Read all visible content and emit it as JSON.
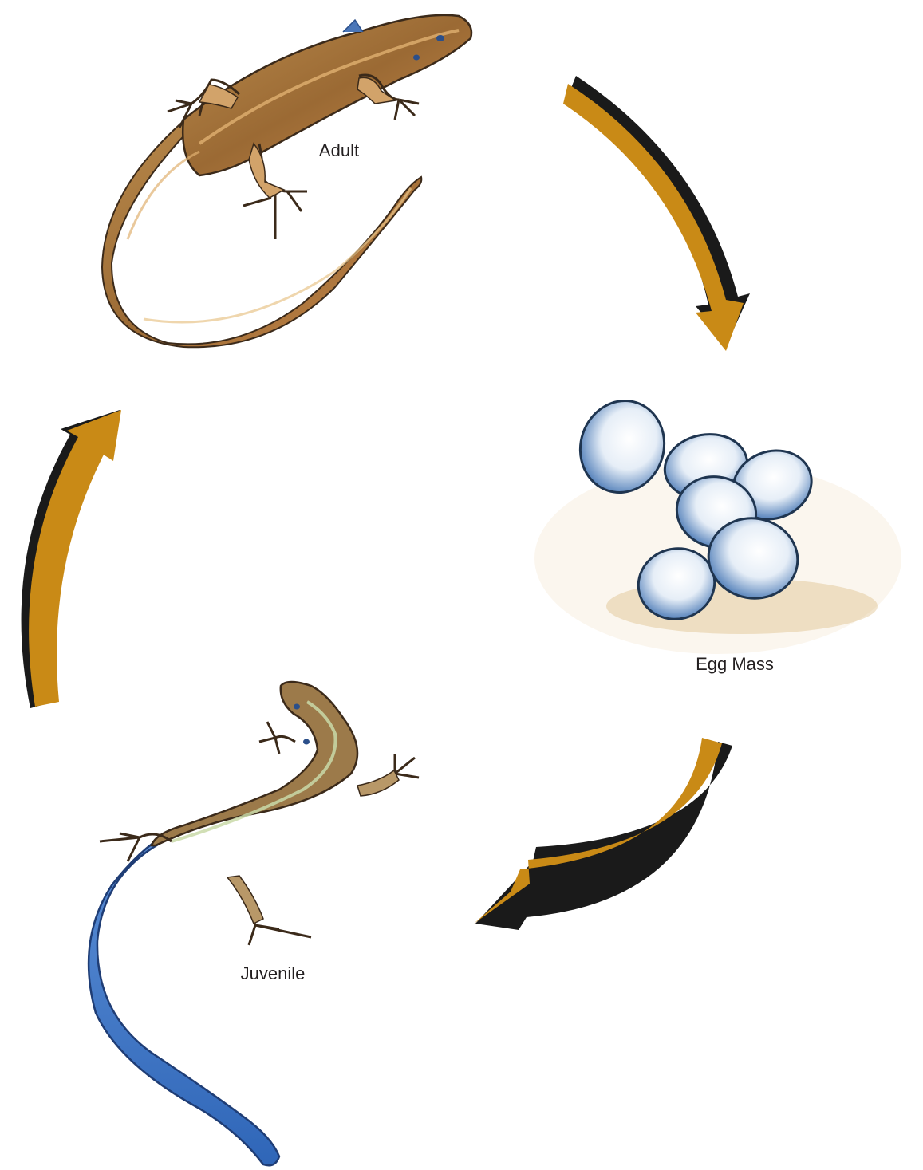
{
  "diagram": {
    "stages": [
      {
        "label": "Adult"
      },
      {
        "label": "Egg Mass"
      },
      {
        "label": "Juvenile"
      }
    ]
  },
  "colors": {
    "arrow": "#c98a16",
    "arrow_shadow": "#1a1a1a",
    "adult_body": "#a8753a",
    "adult_stripe": "#e0b070",
    "egg_fill": "#eef3f8",
    "egg_shade": "#3f6fa8",
    "egg_ground": "#e3c58a",
    "juvenile_body": "#9c7a4a",
    "juvenile_tail": "#3f7fd0"
  }
}
